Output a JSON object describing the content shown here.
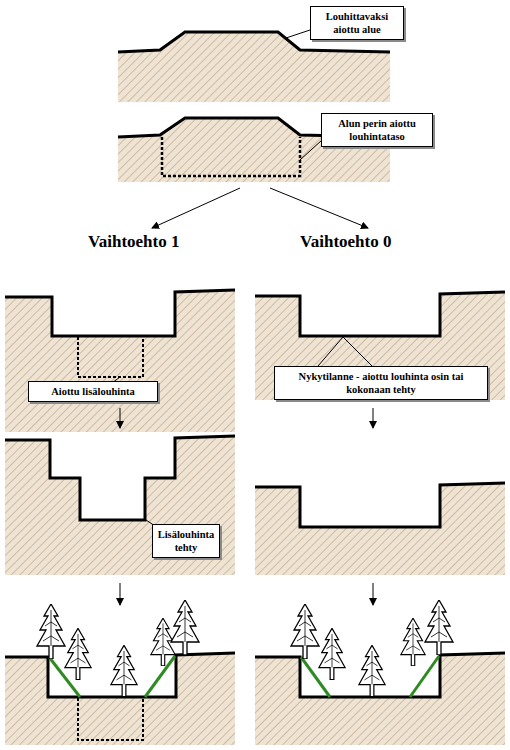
{
  "diagram": {
    "nodes": [
      {
        "text": [
          "Louhittavaksi aiottu alue"
        ]
      },
      {
        "text": [
          "Alun perin aiottu louhintataso"
        ]
      },
      {
        "text": [
          "Aiottu lisälouhinta"
        ]
      },
      {
        "text": [
          "Nykytilanne - aiottu louhinta osin tai kokonaan tehty"
        ]
      },
      {
        "text": [
          "Lisälouhinta tehty"
        ]
      }
    ],
    "labels": [
      "Vaihtoehto 1",
      "Vaihtoehto 0"
    ]
  }
}
